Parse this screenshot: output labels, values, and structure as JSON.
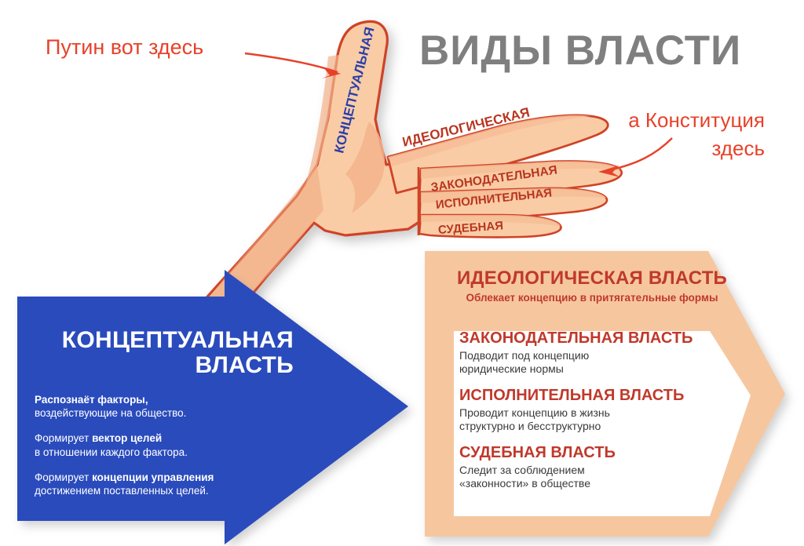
{
  "page": {
    "title": "ВИДЫ ВЛАСТИ",
    "background": "#ffffff"
  },
  "colors": {
    "title_gray": "#7f7f7f",
    "annotation_red": "#E8412A",
    "hand_fill": "#F9CCA6",
    "hand_shade": "#F5B991",
    "hand_outline": "#CF4326",
    "finger_label": "#B8361F",
    "thumb_label_blue": "#2B3FA8",
    "blue_arrow": "#2B4CBC",
    "orange_panel": "#F6C79F",
    "heading_red": "#C0392B",
    "body_gray": "#3a3a3a",
    "white": "#ffffff"
  },
  "annotations": [
    {
      "id": "putin",
      "text": "Путин вот здесь",
      "arrow": "curved-arrow-right",
      "points_to": "thumb"
    },
    {
      "id": "constitution",
      "text": "а Конституция\nздесь",
      "arrow": "curved-arrow-left",
      "points_to": "fingertips"
    }
  ],
  "hand": {
    "thumb_label": "КОНЦЕПТУАЛЬНАЯ",
    "finger_labels": [
      "ИДЕОЛОГИЧЕСКАЯ",
      "ЗАКОНОДАТЕЛЬНАЯ",
      "ИСПОЛНИТЕЛЬНАЯ",
      "СУДЕБНАЯ"
    ]
  },
  "blue_block": {
    "title_line1": "КОНЦЕПТУАЛЬНАЯ",
    "title_line2": "ВЛАСТЬ",
    "paragraphs": [
      {
        "bold_lead": "Распознаёт факторы,",
        "rest": "воздействующие на общество."
      },
      {
        "lead": "Формирует ",
        "bold_mid": "вектор целей",
        "rest": "в отношении каждого фактора."
      },
      {
        "lead": "Формирует ",
        "bold_mid": "концепции управления",
        "rest": "достижением поставленных целей."
      }
    ]
  },
  "orange_block": {
    "header_title": "ИДЕОЛОГИЧЕСКАЯ ВЛАСТЬ",
    "header_subtitle": "Облекает концепцию в притягательные формы",
    "sections": [
      {
        "heading": "ЗАКОНОДАТЕЛЬНАЯ ВЛАСТЬ",
        "line1": "Подводит под концепцию",
        "line2": "юридические нормы"
      },
      {
        "heading": "ИСПОЛНИТЕЛЬНАЯ ВЛАСТЬ",
        "line1": "Проводит концепцию в жизнь",
        "line2": "структурно и бесструктурно"
      },
      {
        "heading": "СУДЕБНАЯ ВЛАСТЬ",
        "line1": "Следит за соблюдением",
        "line2": "«законности» в обществе"
      }
    ]
  }
}
